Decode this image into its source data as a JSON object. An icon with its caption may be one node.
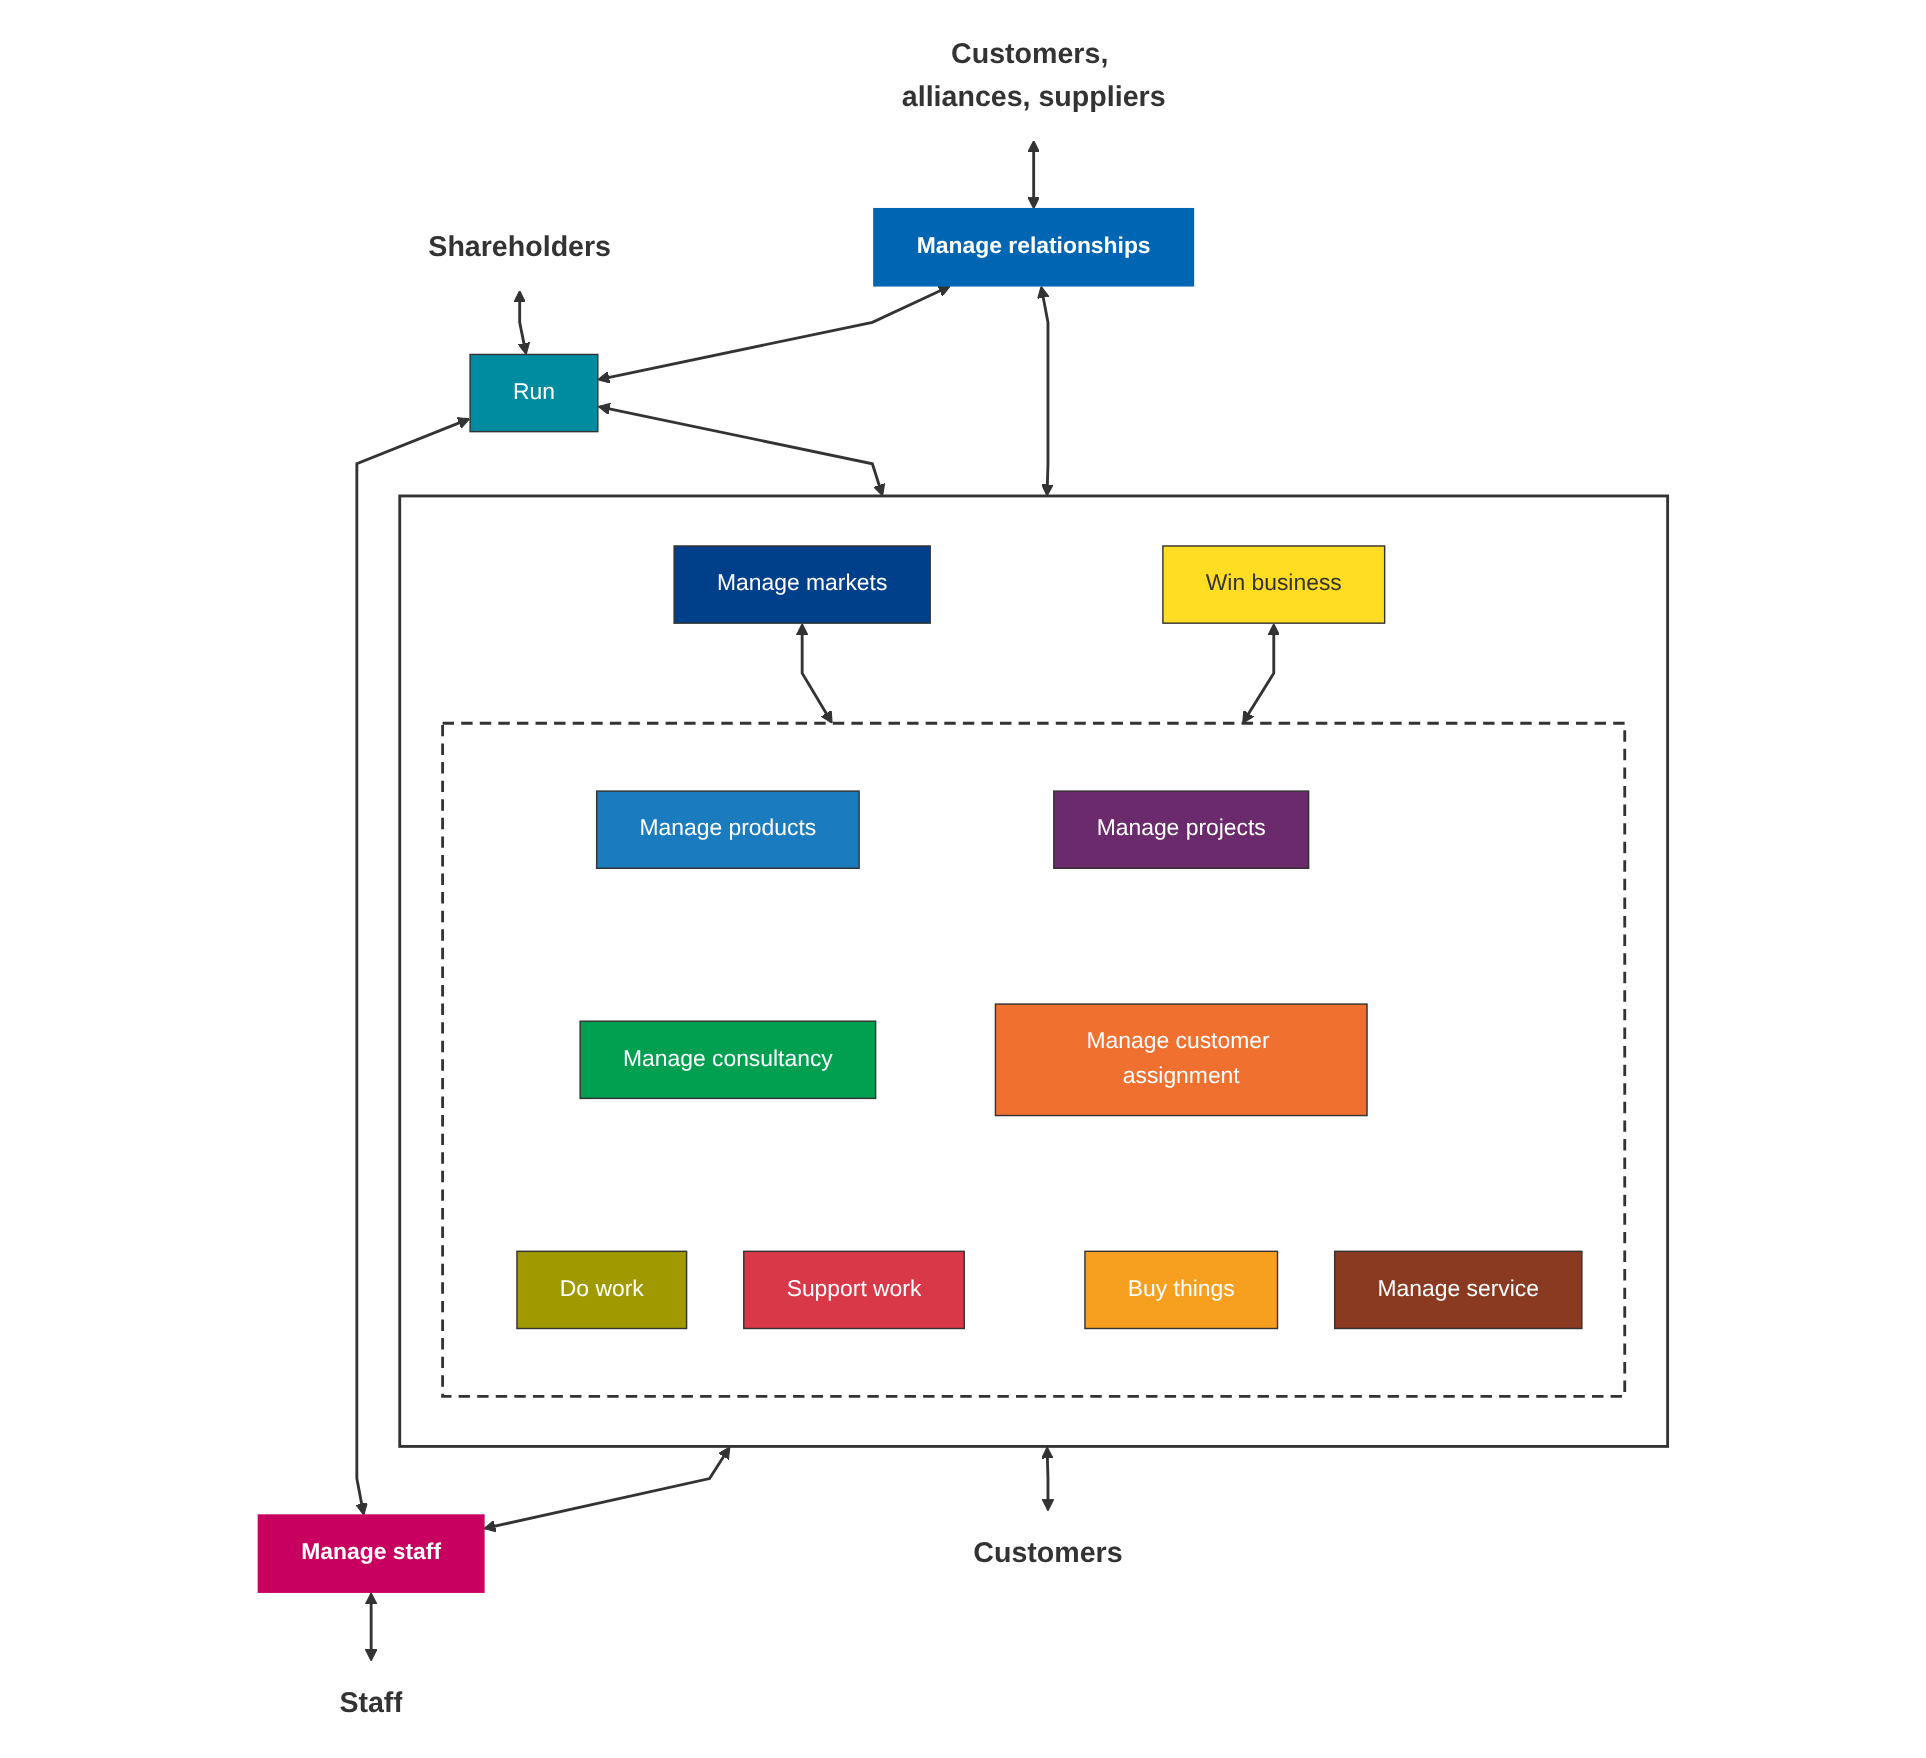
{
  "diagram": {
    "nodes": [
      {
        "text": [
          "Shareholders"
        ]
      },
      {
        "text": [
          "Run"
        ]
      },
      {
        "text": [
          "Manage relationships"
        ]
      },
      {
        "text": [
          "Manage staff"
        ]
      },
      {
        "text": [
          "Customers, alliances, suppliers"
        ]
      },
      {
        "text": [
          "Staff"
        ]
      },
      {
        "text": [],
        "shape": "box"
      },
      {
        "text": [
          "Manage markets"
        ],
        "in": 6
      },
      {
        "text": [
          "Win business"
        ],
        "in": 6
      },
      {
        "text": [],
        "shape": "box",
        "in": 6
      },
      {
        "text": [
          "Manage products"
        ],
        "in": 9
      },
      {
        "text": [
          "Manage service"
        ],
        "in": 9
      },
      {
        "text": [
          "Manage projects"
        ],
        "in": 9
      },
      {
        "text": [
          "Manage consultancy"
        ],
        "in": 9
      },
      {
        "text": [
          "Manage customer assignment"
        ],
        "in": 9
      },
      {
        "text": [
          "Do work"
        ],
        "in": 9
      },
      {
        "text": [
          "Support work"
        ],
        "in": 9
      },
      {
        "text": [
          "Buy things"
        ],
        "in": 9
      },
      {
        "text": [
          "Customers"
        ]
      }
    ],
    "edges": [
      {
        "from": 0,
        "to": 1,
        "arrow": "both"
      },
      {
        "from": 2,
        "to": 1,
        "arrow": "both"
      },
      {
        "from": 1,
        "to": 3,
        "arrow": "both"
      },
      {
        "from": 1,
        "to": 6,
        "arrow": "both"
      },
      {
        "from": 4,
        "to": 2,
        "arrow": "both"
      },
      {
        "from": 2,
        "to": 6,
        "arrow": "both"
      },
      {
        "from": 6,
        "to": 3,
        "arrow": "both"
      },
      {
        "from": 3,
        "to": 5,
        "arrow": "both"
      },
      {
        "from": 7,
        "to": 9,
        "arrow": "both"
      },
      {
        "from": 8,
        "to": 9,
        "arrow": "both"
      },
      {
        "from": 6,
        "to": 18,
        "arrow": "both"
      }
    ]
  }
}
